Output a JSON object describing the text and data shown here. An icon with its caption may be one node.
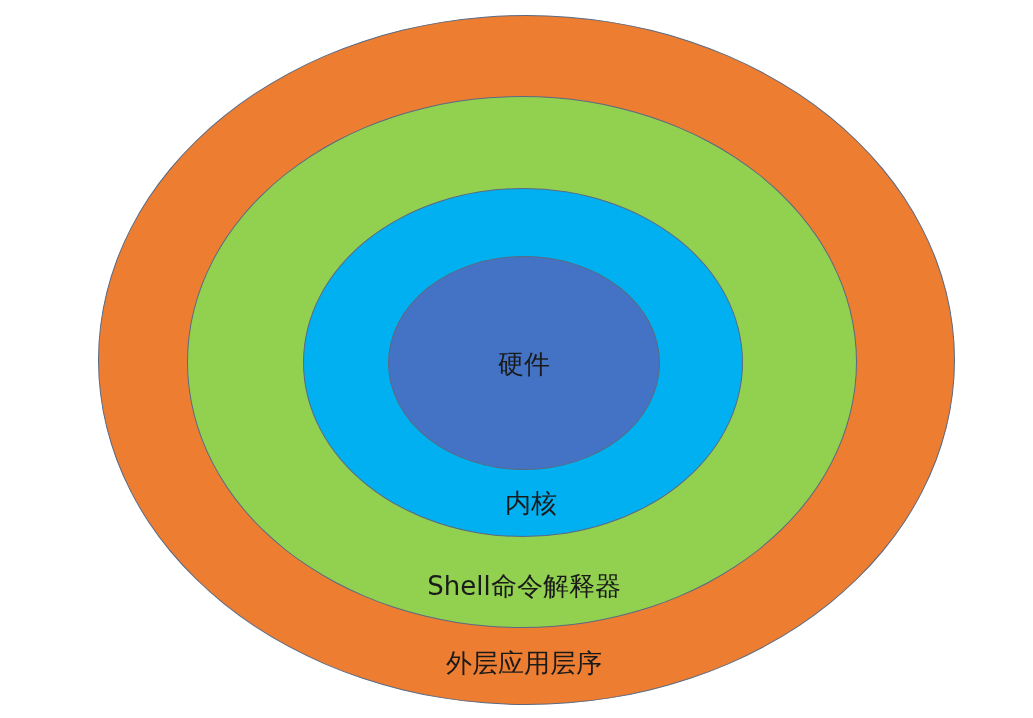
{
  "diagram": {
    "nodes": [
      {
        "text": [
          "外层应用层序"
        ]
      },
      {
        "text": [
          "Shell命令解释器"
        ],
        "in": 0
      },
      {
        "text": [
          "内核"
        ],
        "in": 1
      },
      {
        "text": [
          "硬件"
        ],
        "in": 2
      }
    ]
  }
}
